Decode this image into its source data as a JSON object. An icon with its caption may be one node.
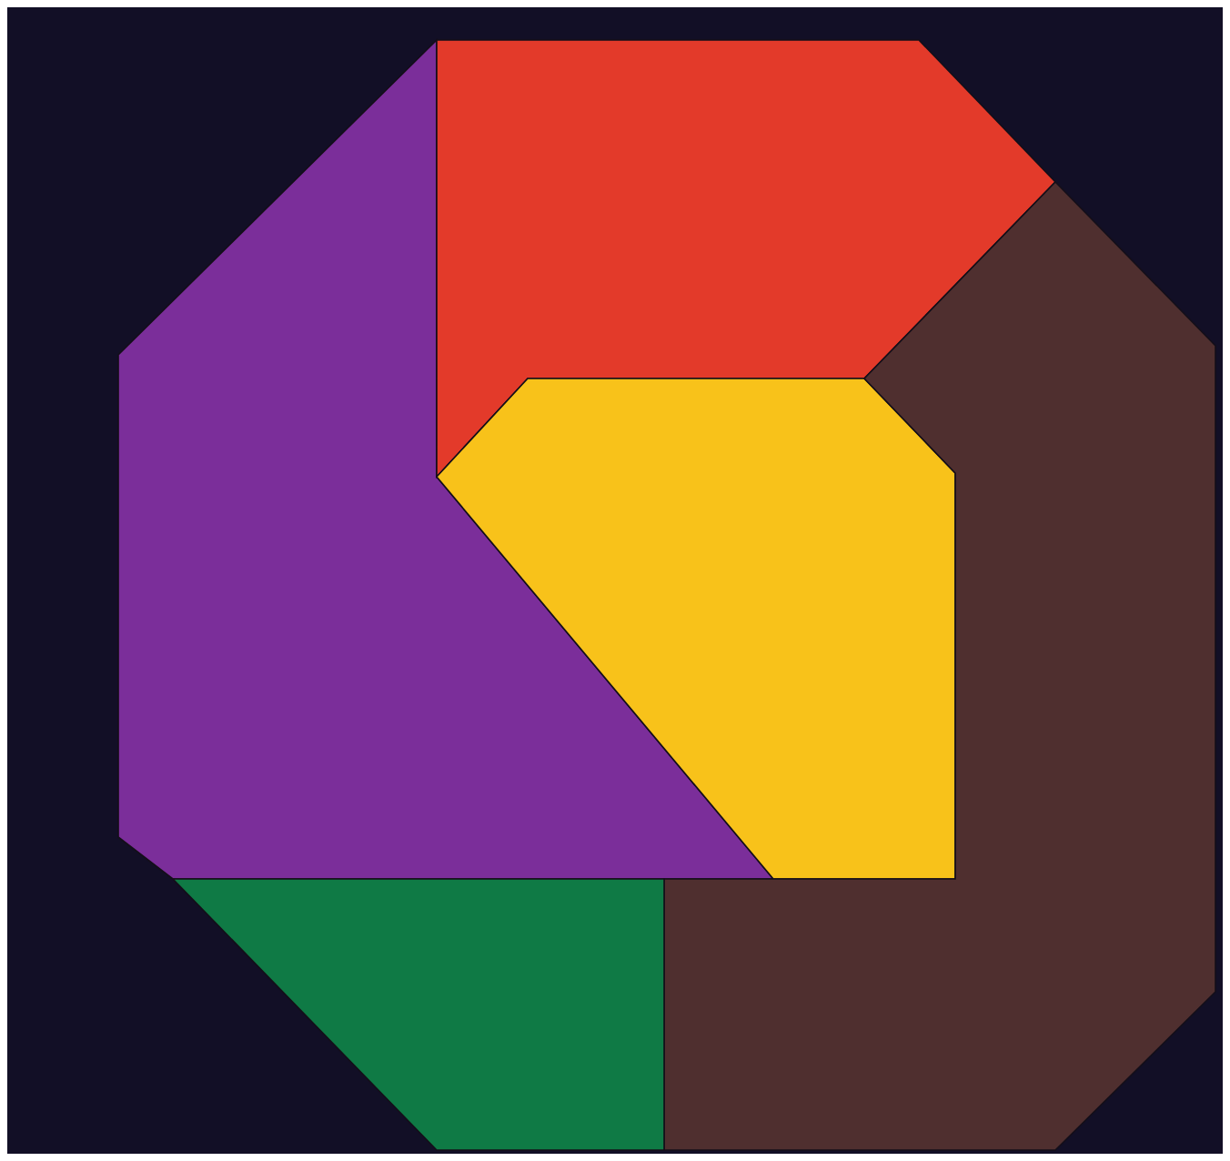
{
  "diagram": {
    "nodes": [
      {
        "text": [],
        "shape": "polygon"
      },
      {
        "text": [],
        "shape": "polygon"
      },
      {
        "text": [],
        "shape": "polygon"
      },
      {
        "text": [],
        "shape": "polygon"
      },
      {
        "text": [],
        "shape": "polygon"
      }
    ]
  }
}
